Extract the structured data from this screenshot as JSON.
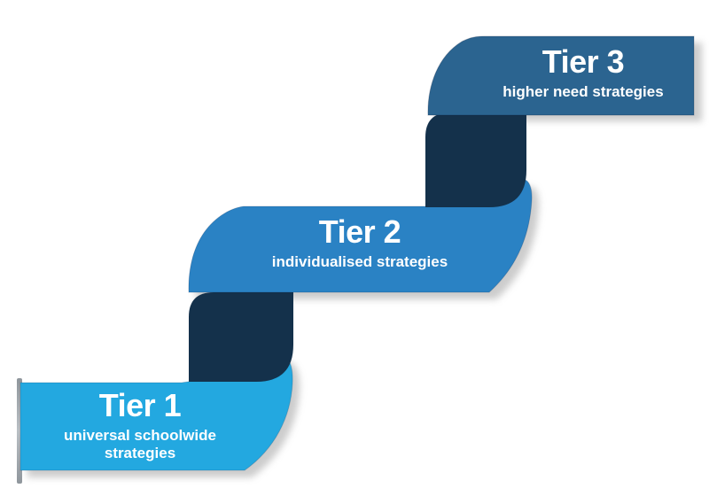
{
  "diagram": {
    "type": "tiered-ribbon-staircase",
    "background_color": "#FFFFFF",
    "text_color": "#FFFFFF",
    "connector_color": "#14314B",
    "shadow_color": "#9A9A9A",
    "tiers": [
      {
        "label": "Tier 1",
        "subtitle": "universal schoolwide strategies",
        "band_color": "#23A8E0"
      },
      {
        "label": "Tier 2",
        "subtitle": "individualised strategies",
        "band_color": "#2A82C4"
      },
      {
        "label": "Tier 3",
        "subtitle": "higher need strategies",
        "band_color": "#2B6490"
      }
    ]
  }
}
